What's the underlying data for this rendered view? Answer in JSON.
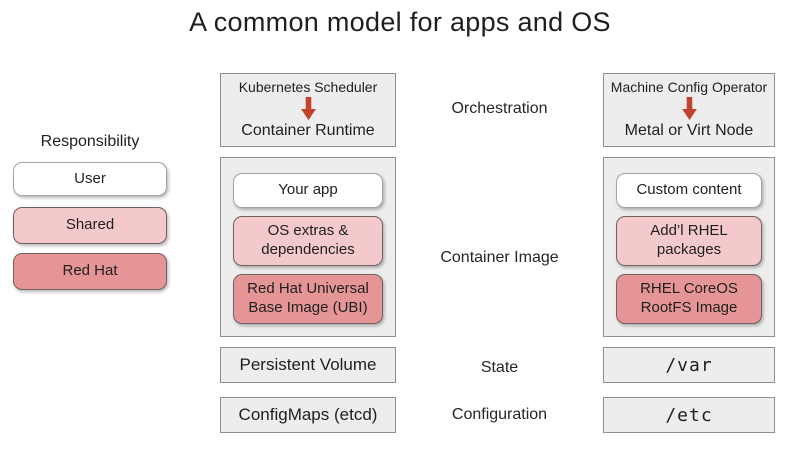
{
  "title": "A common model for apps and OS",
  "colors": {
    "user-fill": "#ffffff",
    "shared-fill": "#f4c9cc",
    "redhat-fill": "#e59595",
    "arrow": "#c1432b",
    "panel-fill": "#ededed",
    "panel-border": "#8f8f8f",
    "chip-border": "#6f6260",
    "text": "#1f1f1f"
  },
  "legend": {
    "heading": "Responsibility",
    "items": [
      {
        "label": "User",
        "level": "user"
      },
      {
        "label": "Shared",
        "level": "shared"
      },
      {
        "label": "Red Hat",
        "level": "redhat"
      }
    ]
  },
  "rows": {
    "orchestration": "Orchestration",
    "container_image": "Container Image",
    "state": "State",
    "configuration": "Configuration"
  },
  "columns": [
    {
      "id": "kubernetes-apps",
      "orchestration": {
        "top": "Kubernetes Scheduler",
        "bottom": "Container Runtime"
      },
      "image_layers": [
        {
          "label": "Your app",
          "level": "user"
        },
        {
          "label": "OS extras &\ndependencies",
          "level": "shared"
        },
        {
          "label": "Red Hat Universal\nBase Image (UBI)",
          "level": "redhat"
        }
      ],
      "state": "Persistent Volume",
      "configuration": "ConfigMaps (etcd)"
    },
    {
      "id": "os-node",
      "orchestration": {
        "top": "Machine Config Operator",
        "bottom": "Metal or Virt Node"
      },
      "image_layers": [
        {
          "label": "Custom content",
          "level": "user"
        },
        {
          "label": "Add’l RHEL\npackages",
          "level": "shared"
        },
        {
          "label": "RHEL CoreOS\nRootFS Image",
          "level": "redhat"
        }
      ],
      "state": "/var",
      "configuration": "/etc"
    }
  ]
}
